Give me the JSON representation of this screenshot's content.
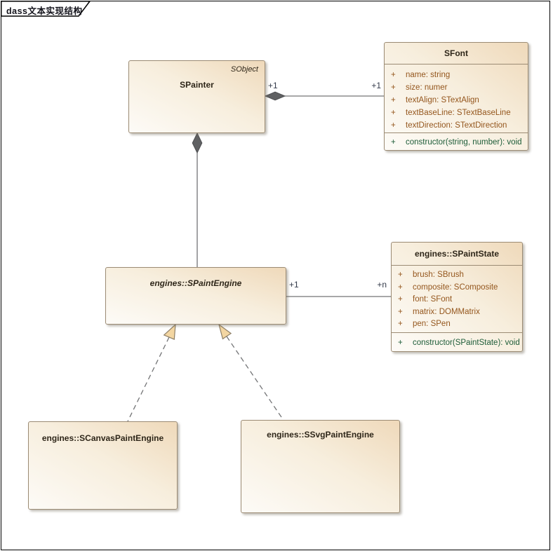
{
  "frame": {
    "tab_title": "dass文本实现结构"
  },
  "classes": {
    "spainter": {
      "stereotype": "SObject",
      "name": "SPainter"
    },
    "sfont": {
      "name": "SFont",
      "attributes": [
        {
          "vis": "+",
          "text": "name: string"
        },
        {
          "vis": "+",
          "text": "size: numer"
        },
        {
          "vis": "+",
          "text": "textAlign: STextAlign"
        },
        {
          "vis": "+",
          "text": "textBaseLine: STextBaseLine"
        },
        {
          "vis": "+",
          "text": "textDirection: STextDirection"
        }
      ],
      "operations": [
        {
          "vis": "+",
          "text": "constructor(string, number): void"
        }
      ]
    },
    "spaintengine": {
      "name": "engines::SPaintEngine"
    },
    "spaintstate": {
      "name": "engines::SPaintState",
      "attributes": [
        {
          "vis": "+",
          "text": "brush: SBrush"
        },
        {
          "vis": "+",
          "text": "composite: SComposite"
        },
        {
          "vis": "+",
          "text": "font: SFont"
        },
        {
          "vis": "+",
          "text": "matrix: DOMMatrix"
        },
        {
          "vis": "+",
          "text": "pen: SPen"
        }
      ],
      "operations": [
        {
          "vis": "+",
          "text": "constructor(SPaintState): void"
        }
      ]
    },
    "scanvaspaintengine": {
      "name": "engines::SCanvasPaintEngine"
    },
    "ssvgpaintengine": {
      "name": "engines::SSvgPaintEngine"
    }
  },
  "connectors": {
    "spainter_sfont": {
      "type": "composition",
      "source_mult": "+1",
      "target_mult": "+1"
    },
    "spainter_spaintengine": {
      "type": "composition"
    },
    "spaintengine_spaintstate": {
      "type": "association",
      "source_mult": "+1",
      "target_mult": "+n"
    },
    "scanvas_to_spaintengine": {
      "type": "realization"
    },
    "ssvg_to_spaintengine": {
      "type": "realization"
    }
  },
  "colors": {
    "box_fill_dark": "#efd9ba",
    "box_fill_light": "#fdfbf7",
    "box_border": "#9b8b74",
    "attribute_text": "#94561d",
    "operation_text": "#1d5c38",
    "title_text": "#2e2619",
    "multiplicity_text": "#333a49",
    "line": "#737476",
    "diamond_fill": "#606163",
    "triangle_fill": "#f3d6a2"
  }
}
